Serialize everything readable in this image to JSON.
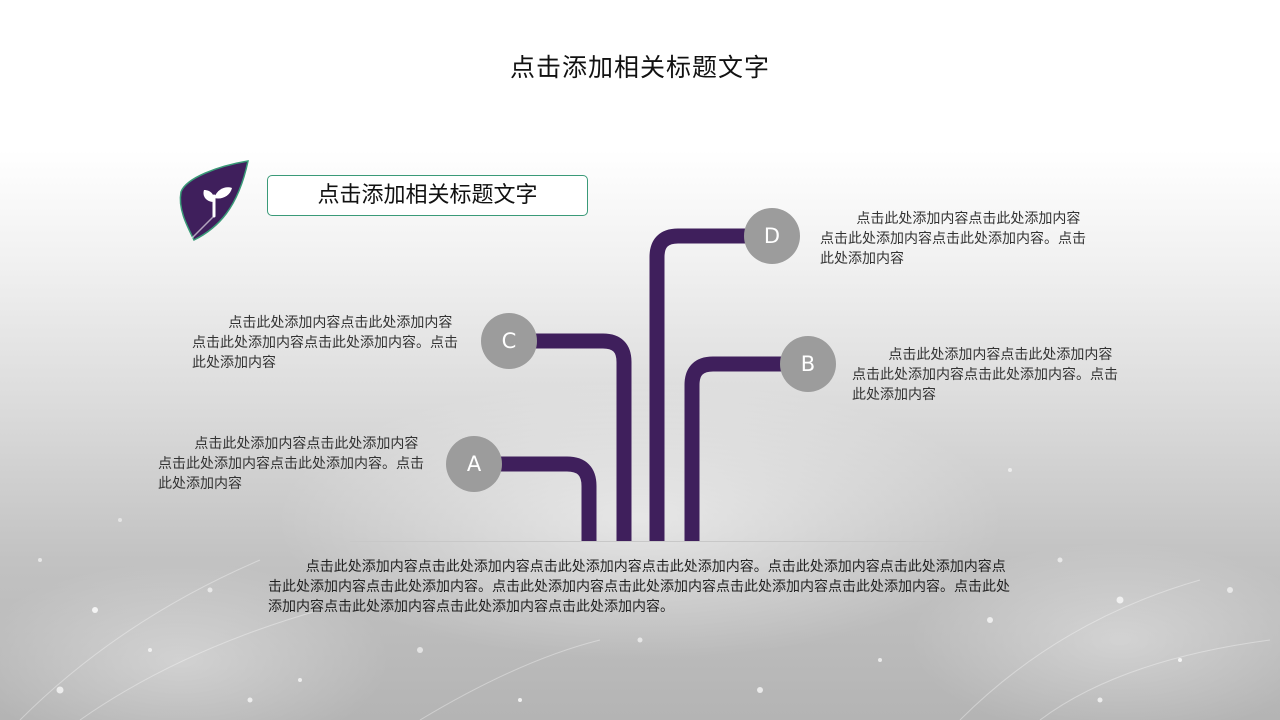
{
  "title": "点击添加相关标题文字",
  "subtitle": "点击添加相关标题文字",
  "colors": {
    "branch": "#3f1f5c",
    "node": "#9c9c9c",
    "leaf": "#3f1f5c",
    "leaf_border": "#3a9a78",
    "box_border": "#3a9a78"
  },
  "icons": {
    "leaf": "sprout-leaf-icon"
  },
  "nodes": [
    {
      "label": "A",
      "text": "点击此处添加内容点击此处添加内容点击此处添加内容点击此处添加内容。点击此处添加内容"
    },
    {
      "label": "B",
      "text": "点击此处添加内容点击此处添加内容点击此处添加内容点击此处添加内容。点击此处添加内容"
    },
    {
      "label": "C",
      "text": "点击此处添加内容点击此处添加内容点击此处添加内容点击此处添加内容。点击此处添加内容"
    },
    {
      "label": "D",
      "text": "点击此处添加内容点击此处添加内容点击此处添加内容点击此处添加内容。点击此处添加内容"
    }
  ],
  "bottom_text": "点击此处添加内容点击此处添加内容点击此处添加内容点击此处添加内容。点击此处添加内容点击此处添加内容点击此处添加内容点击此处添加内容。点击此处添加内容点击此处添加内容点击此处添加内容点击此处添加内容。点击此处添加内容点击此处添加内容点击此处添加内容点击此处添加内容。"
}
